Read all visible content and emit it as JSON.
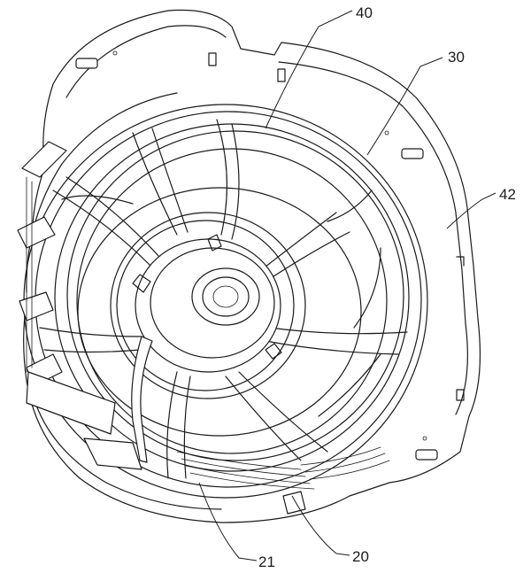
{
  "labels": {
    "ref_40": "40",
    "ref_30": "30",
    "ref_42": "42",
    "ref_21": "21",
    "ref_20": "20"
  }
}
